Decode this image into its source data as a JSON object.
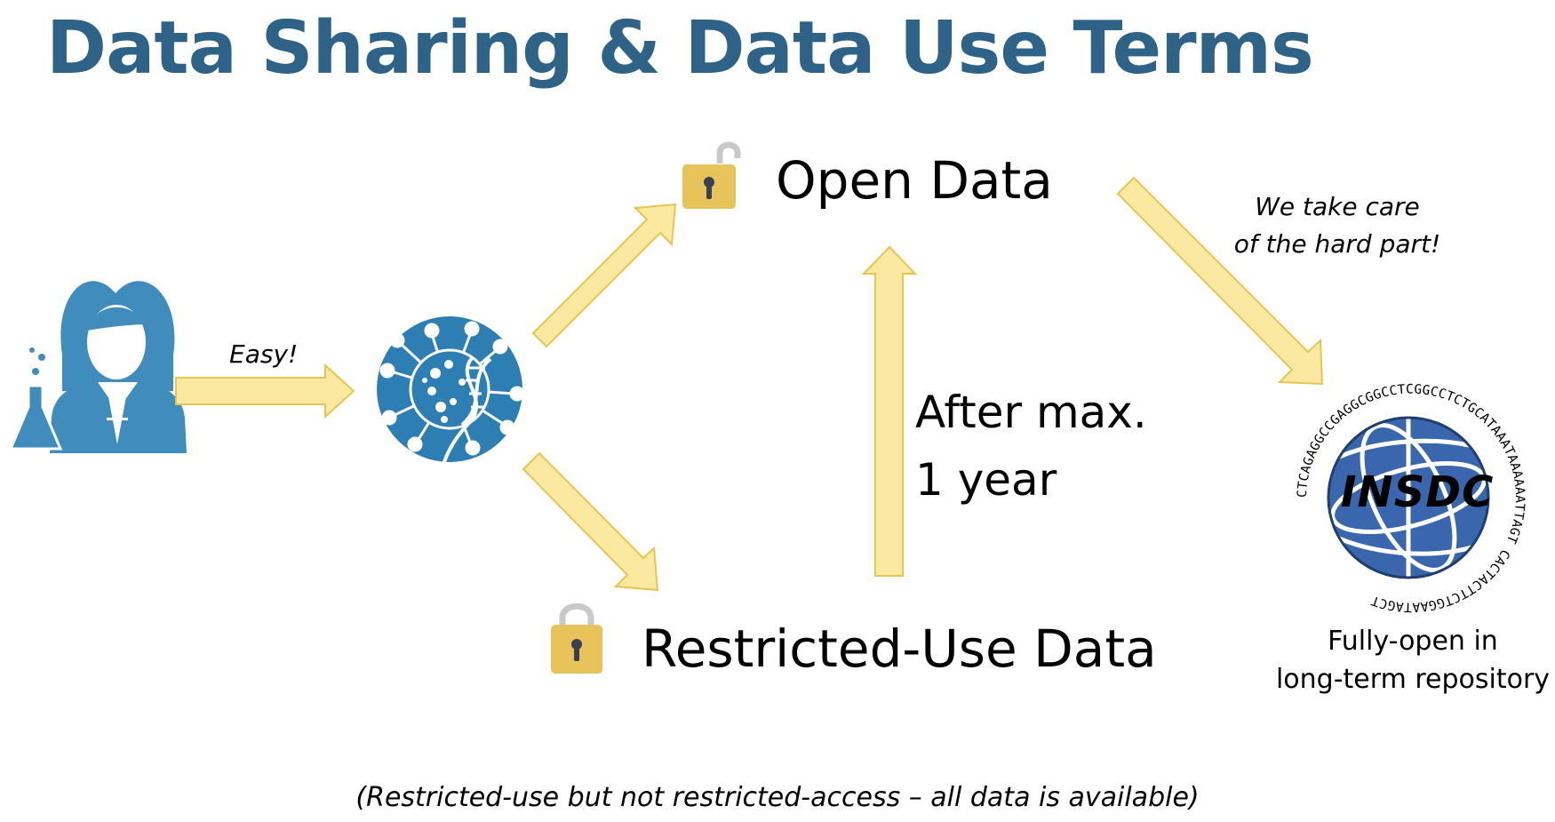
{
  "title": "Data Sharing & Data Use Terms",
  "labels": {
    "easy": "Easy!",
    "open_data": "Open Data",
    "restricted_data": "Restricted-Use Data",
    "after_line1": "After max.",
    "after_line2": "1 year",
    "care_line1": "We take care",
    "care_line2": "of the hard part!",
    "repository_line1": "Fully-open in",
    "repository_line2": "long-term repository",
    "insdc": "INSDC",
    "dna_sequence": "CTCAGAGGCCGAGGCGGCCTCGGCCTCTGCATAAATAAAAAATTAGT CACTACTTCTGGAATAGCT",
    "footnote": "(Restricted-use but not restricted-access – all data is available)"
  },
  "icons": {
    "scientist": "scientist-icon",
    "virus": "virus-dna-icon",
    "open_lock": "unlocked-padlock-icon",
    "closed_lock": "locked-padlock-icon",
    "globe": "insdc-globe-icon"
  },
  "colors": {
    "title": "#2e6387",
    "arrow_fill": "#fbe9a2",
    "arrow_stroke": "#e6c650",
    "icon_blue": "#2d7fb3",
    "scientist_blue": "#3f8cbd",
    "lock_gold": "#e7c35a",
    "globe_blue": "#3a66ad"
  }
}
